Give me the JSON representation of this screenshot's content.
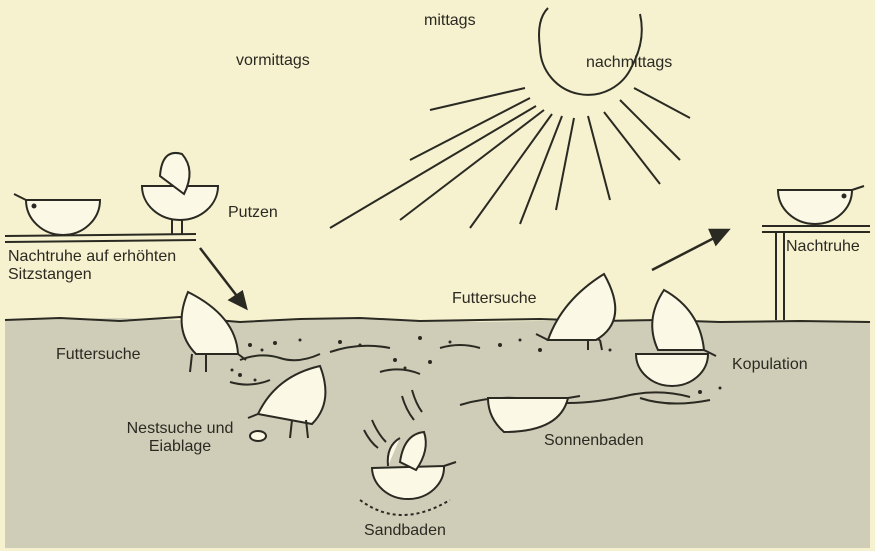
{
  "colors": {
    "sky": "#f6f1cf",
    "ground": "#cfcdb8",
    "ink": "#2a2a22",
    "bird_fill": "#fbf8e6"
  },
  "labels": {
    "mittags": "mittags",
    "vormittags": "vormittags",
    "nachmittags": "nachmittags",
    "putzen": "Putzen",
    "nachtruhe_left": "Nachtruhe auf erhöhten Sitzstangen",
    "nachtruhe_right": "Nachtruhe",
    "futtersuche_left": "Futtersuche",
    "futtersuche_mid": "Futtersuche",
    "kopulation": "Kopulation",
    "nestsuche": "Nestsuche und Eiablage",
    "sonnenbaden": "Sonnenbaden",
    "sandbaden": "Sandbaden"
  }
}
